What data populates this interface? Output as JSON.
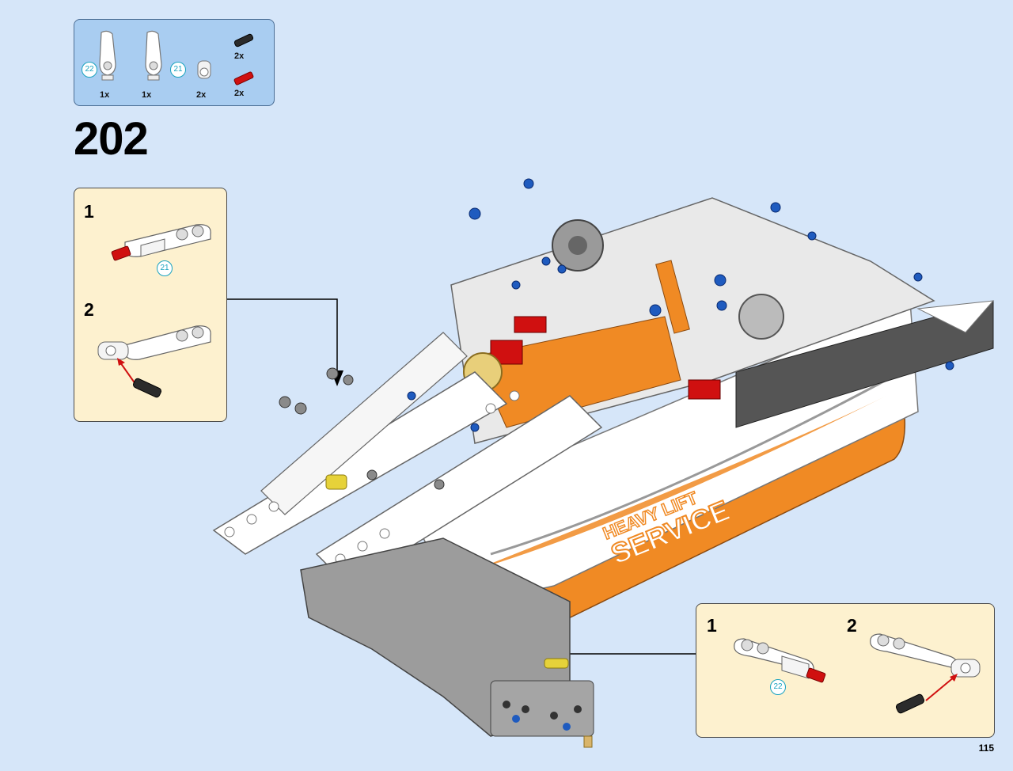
{
  "parts_list": {
    "items": [
      {
        "part": "axle-connector-large",
        "qty": "1x",
        "callout": "22"
      },
      {
        "part": "axle-connector-large",
        "qty": "1x",
        "callout": "21"
      },
      {
        "part": "axle-joiner-perpendicular",
        "qty": "2x"
      },
      {
        "part": "pin-black",
        "qty": "2x"
      },
      {
        "part": "pin-red",
        "qty": "2x"
      }
    ]
  },
  "step": {
    "number": "202"
  },
  "substep_left": {
    "steps": [
      {
        "number": "1",
        "callout": "21"
      },
      {
        "number": "2"
      }
    ]
  },
  "substep_right": {
    "steps": [
      {
        "number": "1",
        "callout": "22"
      },
      {
        "number": "2"
      }
    ]
  },
  "page": {
    "number": "115"
  },
  "colors": {
    "background": "#d6e6f9",
    "parts_box": "#a9cdf1",
    "substep_box": "#fdf1cf",
    "callout": "#1aa3bf",
    "orange": "#f08a24",
    "red": "#d01010",
    "blue": "#1f5bbf"
  }
}
